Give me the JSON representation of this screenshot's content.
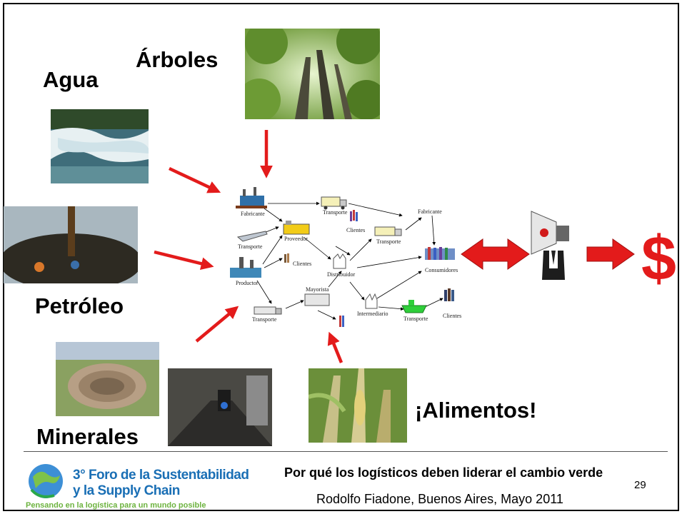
{
  "labels": {
    "arboles": "Árboles",
    "agua": "Agua",
    "petroleo": "Petróleo",
    "minerales": "Minerales",
    "alimentos": "¡Alimentos!",
    "dollar": "$"
  },
  "flow": {
    "fabricante": "Fabricante",
    "transporte_top": "Transporte",
    "fabricante_right": "Fabricante",
    "proveedor": "Proveedor",
    "clientes_top": "Clientes",
    "transporte_mid": "Transporte",
    "transporte_left": "Transporte",
    "clientes_left": "Clientes",
    "distribuidor": "Distribuidor",
    "consumidores": "Consumidores",
    "productor": "Productor",
    "mayorista": "Mayorista",
    "intermediario": "Intermediario",
    "transporte_bottom": "Transporte",
    "transporte_bottom_right": "Transporte",
    "clientes_bottom": "Clientes"
  },
  "footer": {
    "logo_line1": "3° Foro de la Sustentabilidad",
    "logo_line2": "y la Supply Chain",
    "logo_line3": "Pensando en la logística para un mundo posible",
    "title": "Por qué los logísticos deben liderar el cambio verde",
    "author": "Rodolfo Fiadone, Buenos Aires, Mayo 2011",
    "page": "29"
  },
  "colors": {
    "arrow_red": "#e31b1b",
    "logo_blue": "#1a6fb5",
    "logo_green": "#6db33f"
  }
}
